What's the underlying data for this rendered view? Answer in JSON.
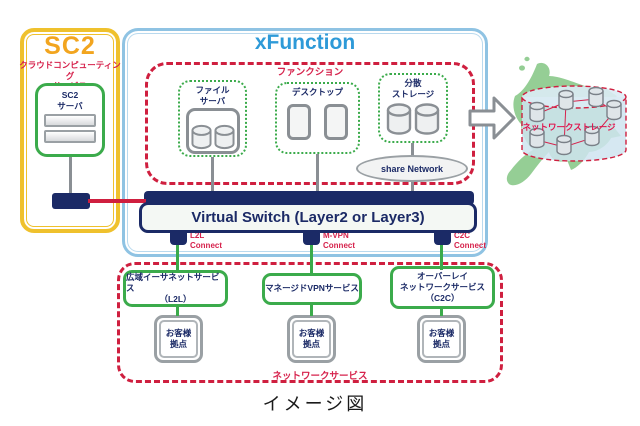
{
  "caption": "イメージ図",
  "sc2": {
    "title": "SC2",
    "subtitle_line1": "クラウドコンピューティング",
    "subtitle_line2": "サービス",
    "server": {
      "line1": "SC2",
      "line2": "サーバ"
    }
  },
  "xfunction": {
    "title": "xFunction",
    "function_label": "ファンクション",
    "nodes": [
      {
        "line1": "ファイル",
        "line2": "サーバ"
      },
      {
        "line1": "デスクトップ"
      },
      {
        "line1": "分散",
        "line2": "ストレージ"
      }
    ],
    "share_network_label": "share Network"
  },
  "virtual_switch": {
    "label": "Virtual Switch (Layer2 or Layer3)",
    "connectors": [
      {
        "line1": "L2L",
        "line2": "Connect"
      },
      {
        "line1": "M-VPN",
        "line2": "Connect"
      },
      {
        "line1": "C2C",
        "line2": "Connect"
      }
    ]
  },
  "network_services": {
    "area_label": "ネットワークサービス",
    "services": [
      {
        "line1": "広域イーサネットサービス",
        "line2": "（L2L）"
      },
      {
        "line1": "マネージドVPNサービス"
      },
      {
        "line1": "オーバーレイ",
        "line2": "ネットワークサービス",
        "line3": "（C2C）"
      }
    ],
    "customer_site": {
      "line1": "お客様",
      "line2": "拠点"
    }
  },
  "map": {
    "storage_label": "ネットワークストレージ"
  },
  "colors": {
    "accent_yellow": "#efc12d",
    "accent_orange": "#f2a51f",
    "accent_red": "#d6224c",
    "dashed_red": "#cf1f3f",
    "accent_green": "#3bab4b",
    "accent_navy": "#1b2a66",
    "accent_blue": "#2e9ad8",
    "light_blue_border": "#8fc3e3",
    "gray": "#8a8f94",
    "map_green": "#95ce95"
  },
  "icons": {
    "server_icon": "rounded rect with disk cylinders",
    "desktop_icon": "two vertical panels",
    "storage_icon": "cylinder pair",
    "arrow_icon": "block arrow right",
    "map_icon": "hokkaido silhouette"
  }
}
